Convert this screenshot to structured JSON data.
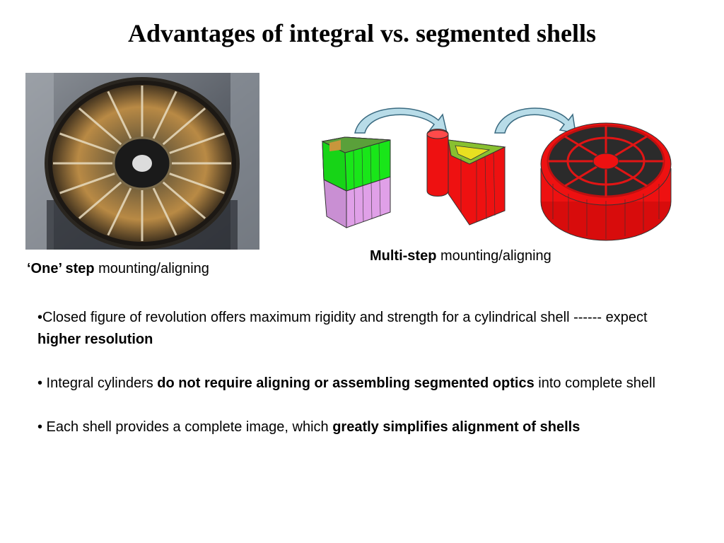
{
  "title": "Advantages of integral vs. segmented shells",
  "captions": {
    "one_bold": "‘One’ step",
    "one_rest": " mounting/aligning",
    "multi_bold": "Multi-step",
    "multi_rest": " mounting/aligning"
  },
  "bullets": [
    {
      "pre": "•Closed figure of revolution offers maximum rigidity and strength for a cylindrical shell ------ expect ",
      "bold": "higher resolution",
      "post": ""
    },
    {
      "pre": "•  Integral cylinders ",
      "bold": "do not require aligning or assembling segmented optics",
      "post": " into complete shell"
    },
    {
      "pre": "• Each shell provides a complete image, which ",
      "bold": "greatly simplifies alignment of shells",
      "post": ""
    }
  ],
  "colors": {
    "segment_green": "#19e619",
    "segment_pink": "#e0a0e8",
    "shell_red": "#ee1111",
    "arrow_fill": "#b8dce8"
  },
  "icons": [
    "integral-shell-photo",
    "segment-module-icon",
    "partial-shell-icon",
    "complete-shell-icon",
    "curved-arrow-icon"
  ]
}
